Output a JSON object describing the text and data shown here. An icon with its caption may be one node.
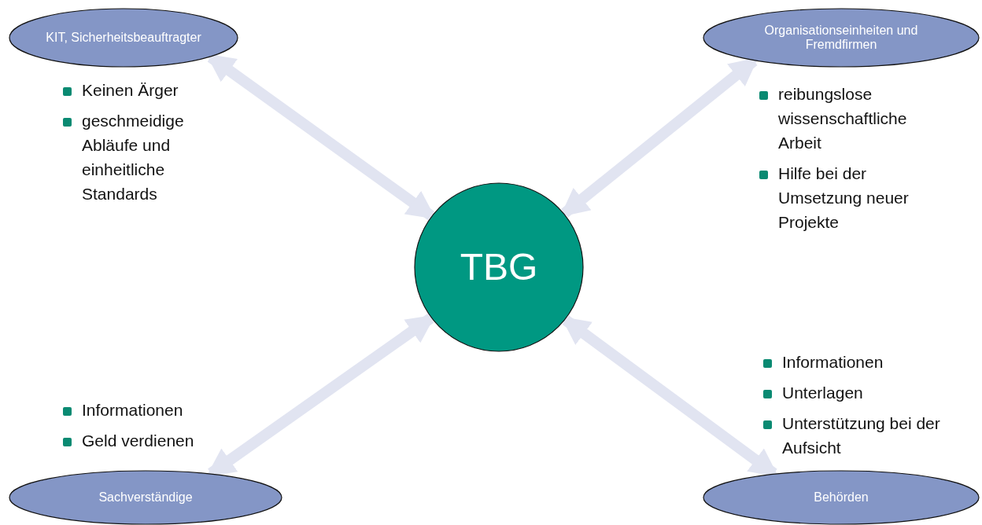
{
  "diagram": {
    "nodes": [
      {
        "text": [
          "KIT, Sicherheitsbeauftragter"
        ],
        "beside": [
          "Keinen Ärger",
          "geschmeidige Abläufe und einheitliche Standards"
        ]
      },
      {
        "text": [
          "Organisationseinheiten und Fremdfirmen"
        ],
        "beside": [
          "reibungslose wissenschaftliche Arbeit",
          "Hilfe bei der Umsetzung neuer Projekte"
        ]
      },
      {
        "text": [
          "TBG"
        ]
      },
      {
        "text": [
          "Sachverständige"
        ],
        "beside": [
          "Informationen",
          "Geld verdienen"
        ]
      },
      {
        "text": [
          "Behörden"
        ],
        "beside": [
          "Informationen",
          "Unterlagen",
          "Unterstützung bei der Aufsicht"
        ]
      }
    ],
    "edges": [
      {
        "from": 0,
        "to": 2,
        "arrow": "both"
      },
      {
        "from": 1,
        "to": 2,
        "arrow": "both"
      },
      {
        "from": 3,
        "to": 2,
        "arrow": "both"
      },
      {
        "from": 4,
        "to": 2,
        "arrow": "both"
      }
    ]
  }
}
